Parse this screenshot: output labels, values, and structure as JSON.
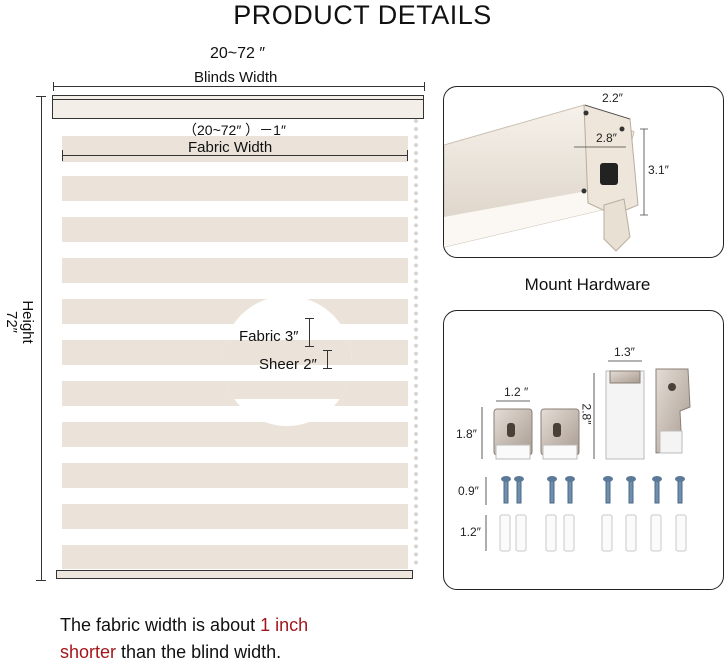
{
  "title": "PRODUCT DETAILS",
  "blinds": {
    "width_range": "20~72 ″",
    "width_label": "Blinds Width",
    "fabric_width_formula": "（20~72″ ）－1″",
    "fabric_width_label": "Fabric Width",
    "height_label": "Height",
    "height_value": "72″",
    "fabric_label": "Fabric 3″",
    "sheer_label": "Sheer 2″"
  },
  "mount": {
    "label": "Mount Hardware",
    "dim_top": "2.2″",
    "dim_inner": "2.8″",
    "dim_side": "3.1″"
  },
  "hardware": {
    "bracket_small_width": "1.2 ″",
    "bracket_large_width": "1.3″",
    "bracket_small_height": "1.8″",
    "bracket_large_height": "2.8″",
    "screw_length": "0.9″",
    "anchor_length": "1.2″"
  },
  "caption": {
    "part1": "The fabric width is about ",
    "highlight1": "1 inch",
    "highlight2": "shorter",
    "part2": " than the blind width."
  },
  "colors": {
    "fabric": "#ebe3da",
    "highlight": "#a3161b"
  }
}
